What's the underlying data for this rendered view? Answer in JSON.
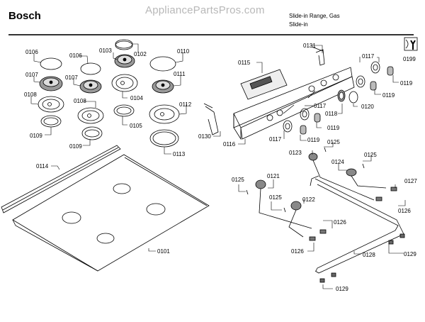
{
  "header": {
    "brand": "Bosch",
    "watermark": "AppliancePartsPros.com",
    "model_line1": "Slide-in Range, Gas",
    "model_line2": "Slide-in"
  },
  "service_icon": {
    "icon": "service-manual-wrench-icon",
    "label": "0199"
  },
  "parts": [
    {
      "id": "p0106a",
      "label": "0106"
    },
    {
      "id": "p0106b",
      "label": "0106"
    },
    {
      "id": "p0103",
      "label": "0103"
    },
    {
      "id": "p0102",
      "label": "0102"
    },
    {
      "id": "p0110",
      "label": "0110"
    },
    {
      "id": "p0107a",
      "label": "0107"
    },
    {
      "id": "p0107b",
      "label": "0107"
    },
    {
      "id": "p0111",
      "label": "0111"
    },
    {
      "id": "p0108a",
      "label": "0108"
    },
    {
      "id": "p0108b",
      "label": "0108"
    },
    {
      "id": "p0104",
      "label": "0104"
    },
    {
      "id": "p0112",
      "label": "0112"
    },
    {
      "id": "p0105",
      "label": "0105"
    },
    {
      "id": "p0109a",
      "label": "0109"
    },
    {
      "id": "p0109b",
      "label": "0109"
    },
    {
      "id": "p0113",
      "label": "0113"
    },
    {
      "id": "p0114",
      "label": "0114"
    },
    {
      "id": "p0101",
      "label": "0101"
    },
    {
      "id": "p0115",
      "label": "0115"
    },
    {
      "id": "p0131",
      "label": "0131"
    },
    {
      "id": "p0117a",
      "label": "0117"
    },
    {
      "id": "p0119a",
      "label": "0119"
    },
    {
      "id": "p0119b",
      "label": "0119"
    },
    {
      "id": "p0118",
      "label": "0118"
    },
    {
      "id": "p0120",
      "label": "0120"
    },
    {
      "id": "p0117b",
      "label": "0117"
    },
    {
      "id": "p0119c",
      "label": "0119"
    },
    {
      "id": "p0130",
      "label": "0130"
    },
    {
      "id": "p0116",
      "label": "0116"
    },
    {
      "id": "p0117c",
      "label": "0117"
    },
    {
      "id": "p0119d",
      "label": "0119"
    },
    {
      "id": "p0123",
      "label": "0123"
    },
    {
      "id": "p0125a",
      "label": "0125"
    },
    {
      "id": "p0125b",
      "label": "0125"
    },
    {
      "id": "p0124",
      "label": "0124"
    },
    {
      "id": "p0127",
      "label": "0127"
    },
    {
      "id": "p0125c",
      "label": "0125"
    },
    {
      "id": "p0121",
      "label": "0121"
    },
    {
      "id": "p0125d",
      "label": "0125"
    },
    {
      "id": "p0122",
      "label": "0122"
    },
    {
      "id": "p0126a",
      "label": "0126"
    },
    {
      "id": "p0126b",
      "label": "0126"
    },
    {
      "id": "p0126c",
      "label": "0126"
    },
    {
      "id": "p0128",
      "label": "0128"
    },
    {
      "id": "p0129a",
      "label": "0129"
    },
    {
      "id": "p0129b",
      "label": "0129"
    }
  ]
}
